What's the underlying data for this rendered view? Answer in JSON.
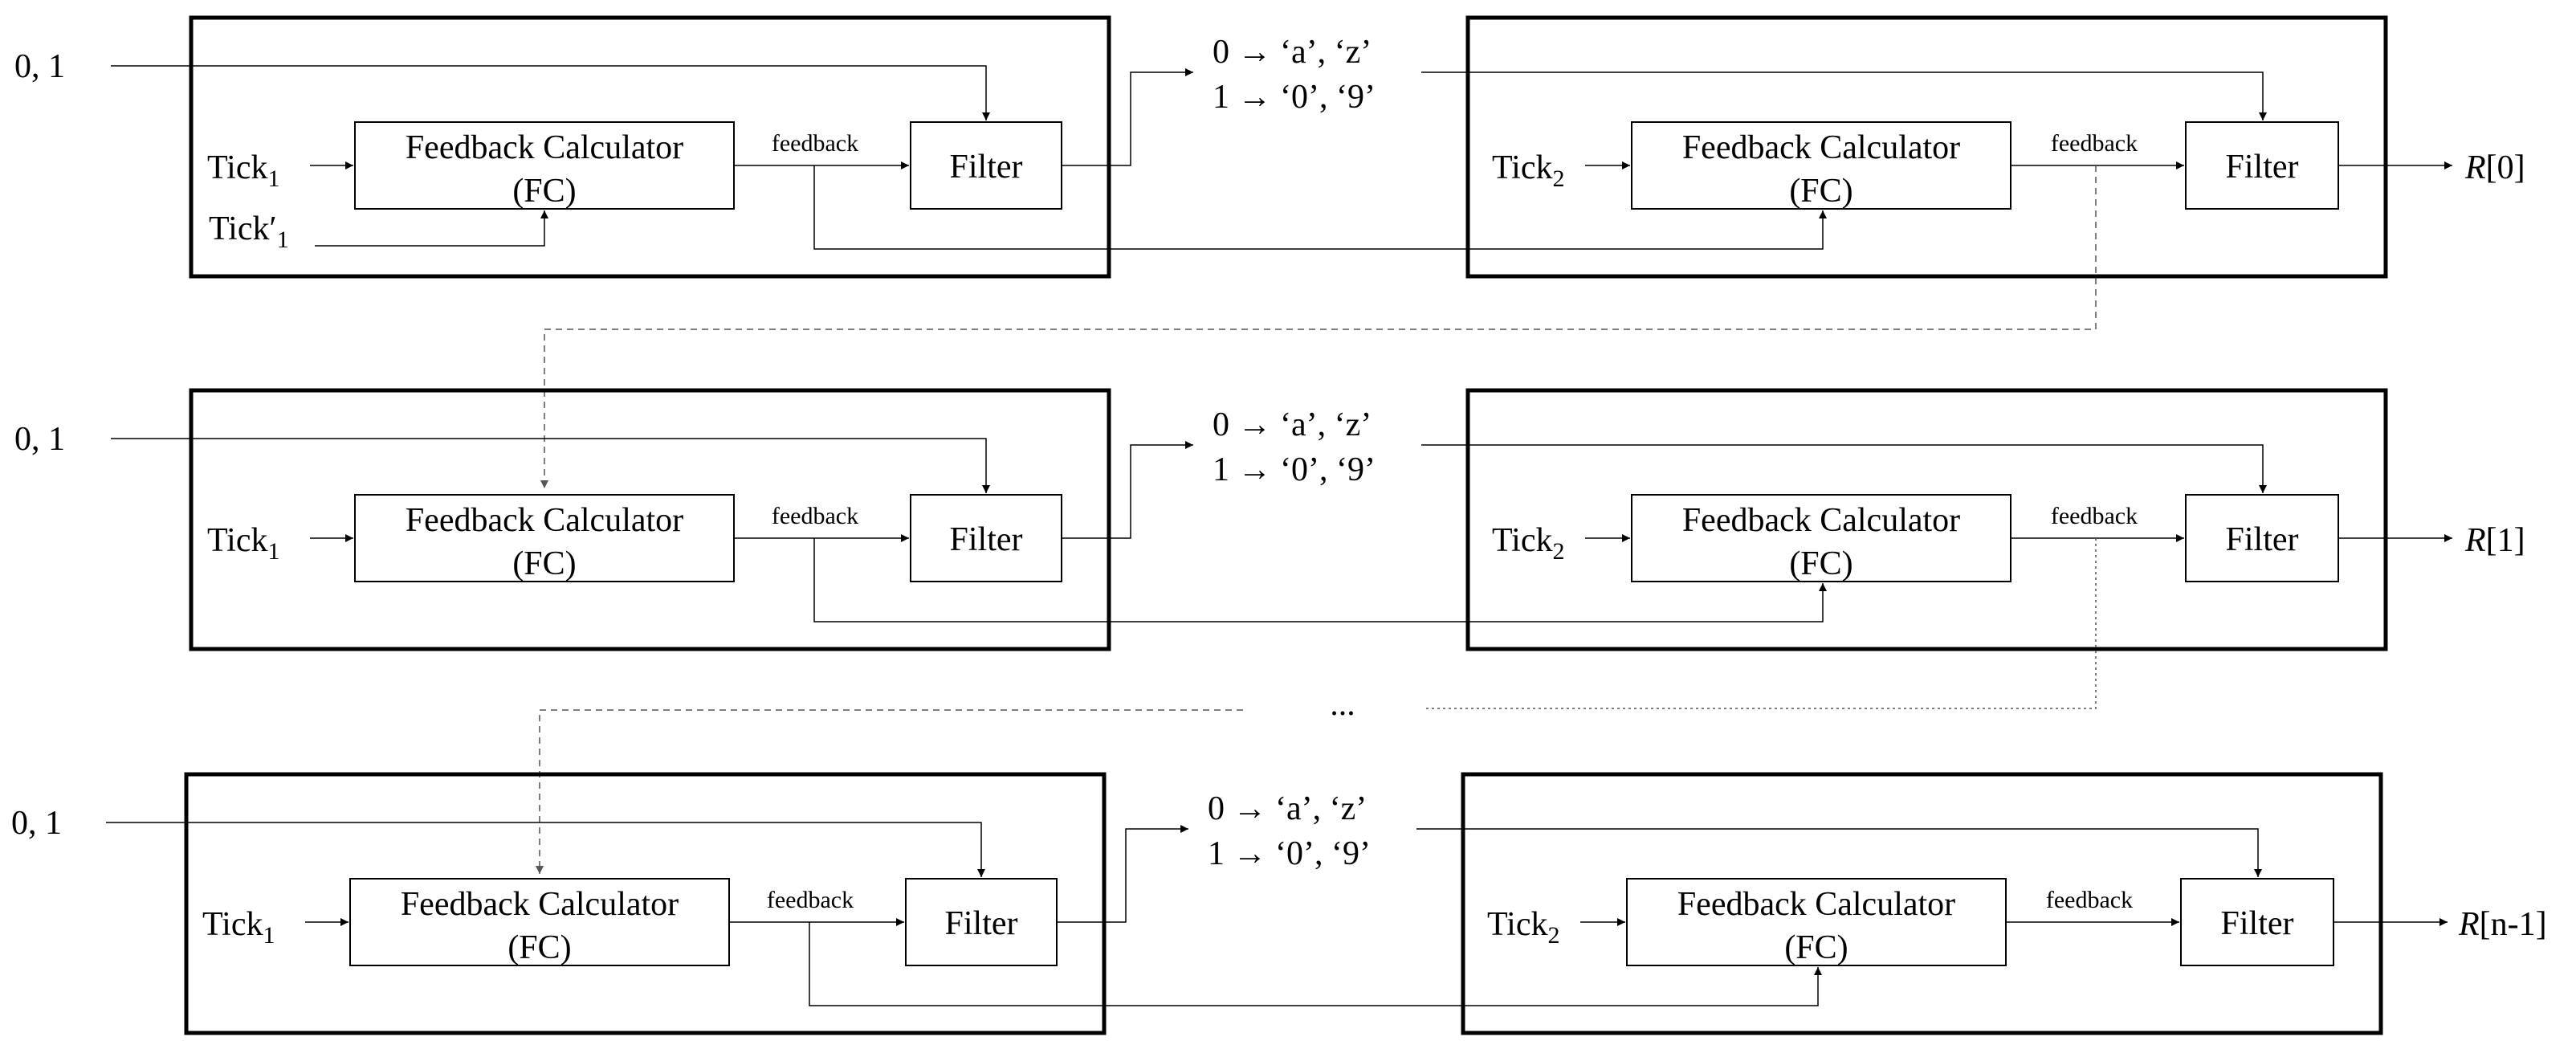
{
  "labels": {
    "fc_title": "Feedback Calculator",
    "fc_abbr": "(FC)",
    "filter": "Filter",
    "feedback": "feedback",
    "input_bits": "0, 1",
    "map_line1": "0 → ‘a’, ‘z’",
    "map_line2": "1 → ‘0’, ‘9’",
    "tick_base": "Tick",
    "tick1_sub": "1",
    "tick2_sub": "2",
    "tick1_prime": "Tick′",
    "ellipsis": "..."
  },
  "outputs": {
    "r0_letter": "R",
    "r0_index": "[0]",
    "r1_letter": "R",
    "r1_index": "[1]",
    "rn_letter": "R",
    "rn_index": "[n-1]"
  }
}
